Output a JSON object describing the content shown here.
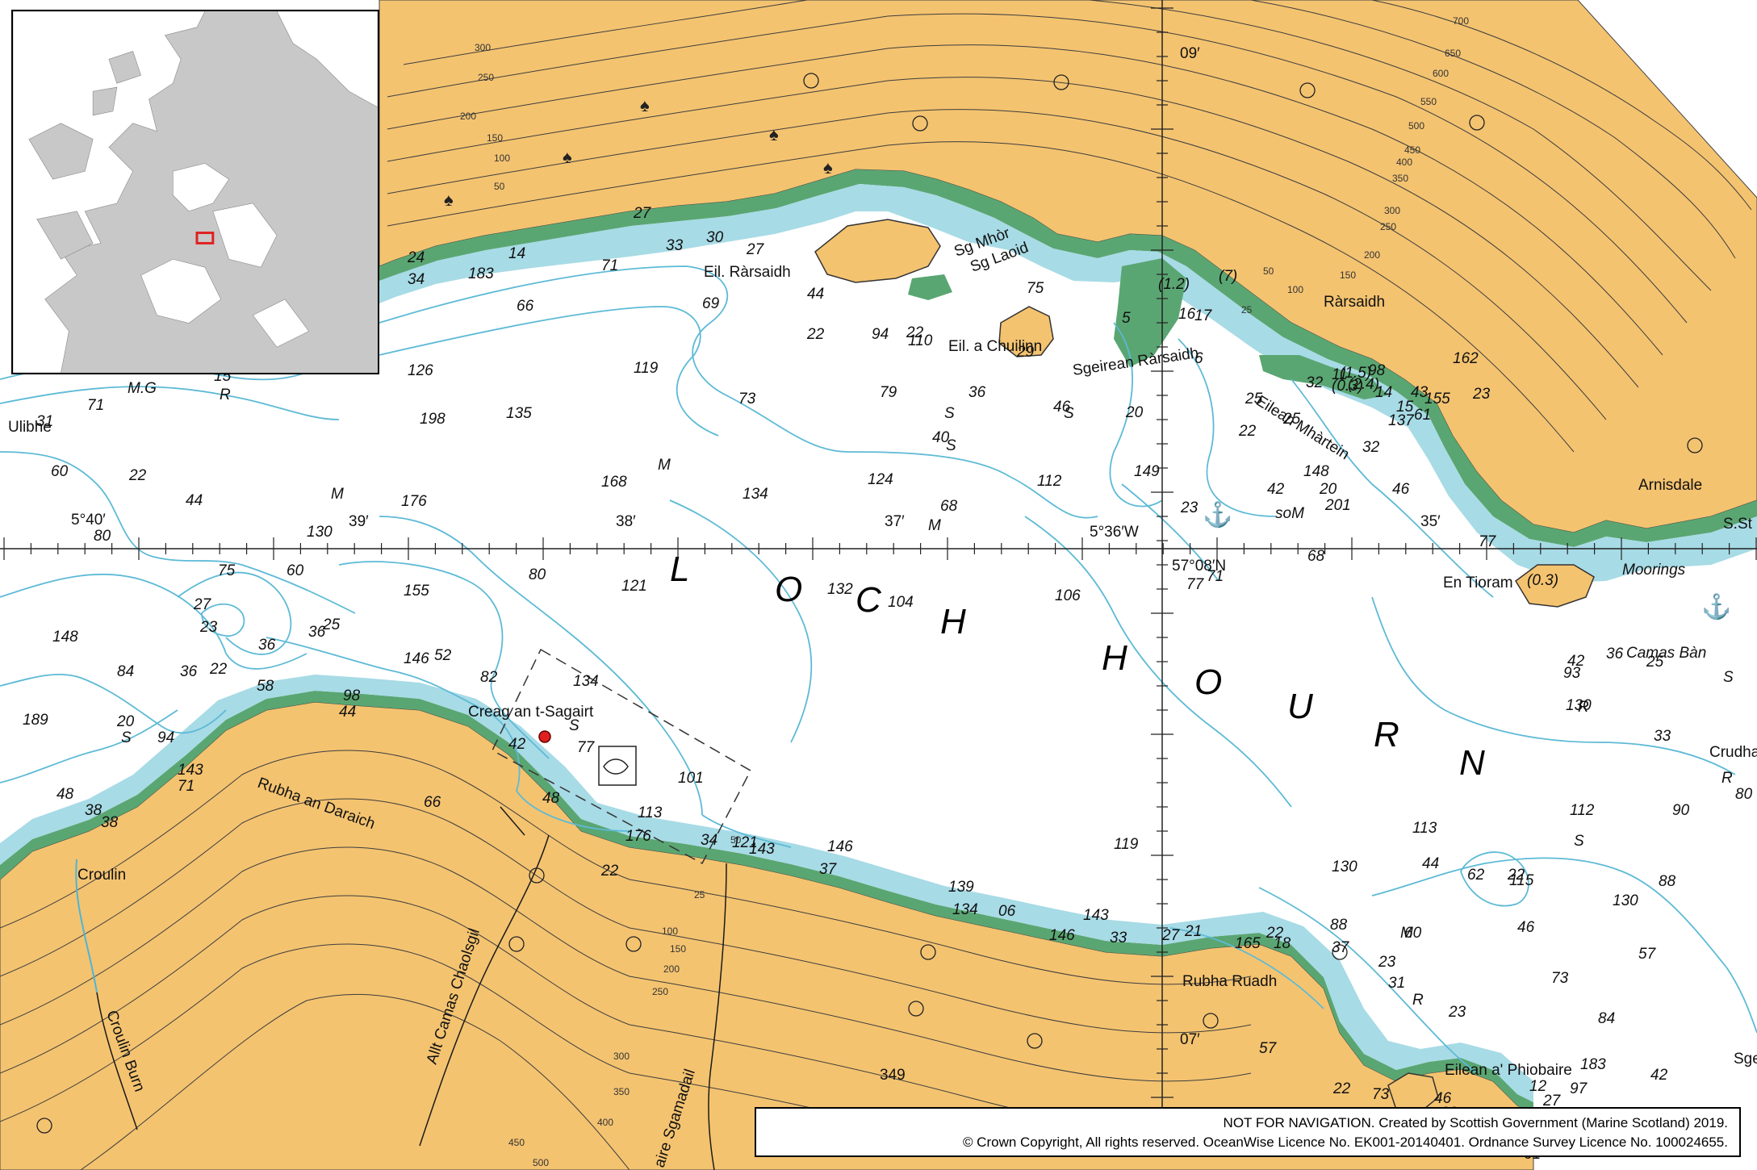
{
  "map": {
    "loch_name": "L O C H   H O U R N",
    "loch_letters": [
      "L",
      "O",
      "C",
      "H",
      "H",
      "O",
      "U",
      "R",
      "N"
    ],
    "places": [
      {
        "id": "eil-rarsaidh",
        "label": "Eil. Ràrsaidh"
      },
      {
        "id": "eil-a-chuilinn",
        "label": "Eil. a Chuilinn"
      },
      {
        "id": "sgeirean-rarsaidh",
        "label": "Sgeirean Ràrsaidh"
      },
      {
        "id": "eilean-mhairtein",
        "label": "Eilean Mhàrtein"
      },
      {
        "id": "rarsaidh",
        "label": "Ràrsaidh"
      },
      {
        "id": "arnisdale",
        "label": "Arnisdale"
      },
      {
        "id": "en-tioram",
        "label": "En Tioram"
      },
      {
        "id": "camas-ban",
        "label": "Camas Bàn"
      },
      {
        "id": "moorings",
        "label": "Moorings"
      },
      {
        "id": "creag-an-t-sagairt",
        "label": "Creag an t-Sagairt"
      },
      {
        "id": "rubha-an-daraich",
        "label": "Rubha an Daraich"
      },
      {
        "id": "croulin",
        "label": "Croulin"
      },
      {
        "id": "croulin-burn",
        "label": "Croulin Burn"
      },
      {
        "id": "allt-camas-chaolsgil",
        "label": "Allt Camas Chaolsgil"
      },
      {
        "id": "rubha-ruadh",
        "label": "Rubha Ruadh"
      },
      {
        "id": "eilean-a-phiobaire",
        "label": "Eilean a' Phiobaire"
      },
      {
        "id": "crudha",
        "label": "Crudha"
      },
      {
        "id": "ulibhe",
        "label": "Ulibhe"
      },
      {
        "id": "sgeir-mhor",
        "label": "Sg Mhòr"
      },
      {
        "id": "sgeir-laoid",
        "label": "Sg Laoid"
      },
      {
        "id": "allt-sgamadail",
        "label": "aire Sgamadail"
      },
      {
        "id": "sgeir-right",
        "label": "Sge"
      },
      {
        "id": "sst",
        "label": "S.St"
      }
    ],
    "coordinates": {
      "lon_40": "5°40′",
      "lon_39": "39′",
      "lon_38": "38′",
      "lon_37": "37′",
      "lon_36": "5°36′W",
      "lon_35": "35′",
      "lat_09": "09′",
      "lat_08": "57°08′N",
      "lat_07": "07′"
    },
    "soundings": [
      "24",
      "27",
      "33",
      "30",
      "27",
      "14",
      "71",
      "34",
      "183",
      "66",
      "69",
      "44",
      "22",
      "94",
      "22",
      "126",
      "119",
      "73",
      "79",
      "36",
      "29",
      "198",
      "135",
      "168",
      "134",
      "124",
      "112",
      "68",
      "46",
      "40",
      "20",
      "149",
      "23",
      "42",
      "201",
      "46",
      "44",
      "176",
      "130",
      "75",
      "60",
      "80",
      "121",
      "132",
      "104",
      "106",
      "77",
      "71",
      "68",
      "148",
      "84",
      "36",
      "20",
      "94",
      "143",
      "38",
      "71",
      "48",
      "189",
      "27",
      "23",
      "36",
      "22",
      "36",
      "25",
      "155",
      "146",
      "52",
      "82",
      "58",
      "98",
      "44",
      "66",
      "134",
      "42",
      "77",
      "101",
      "48",
      "113",
      "34",
      "22",
      "121",
      "146",
      "139",
      "119",
      "130",
      "113",
      "115",
      "130",
      "112",
      "90",
      "80",
      "93",
      "42",
      "36",
      "25",
      "33",
      "44",
      "62",
      "22",
      "46",
      "57",
      "88",
      "130",
      "84",
      "73",
      "31",
      "23",
      "183",
      "57",
      "22",
      "73",
      "46",
      "27",
      "42",
      "97",
      "23",
      "38",
      "12",
      "61",
      "15",
      "71",
      "60",
      "31",
      "22",
      "80",
      "38",
      "176",
      "143",
      "37",
      "134",
      "06",
      "146",
      "143",
      "33",
      "27",
      "21",
      "165",
      "22",
      "18",
      "37",
      "88",
      "60",
      "77",
      "110",
      "75",
      "5",
      "16",
      "17",
      "32",
      "(0.3)",
      "(1.2)",
      "(7)",
      "(1.5)",
      "(2.4)",
      "(0.3)",
      "6",
      "25",
      "11",
      "14",
      "15",
      "43",
      "61",
      "155",
      "137",
      "23",
      "162",
      "98",
      "25",
      "20",
      "22",
      "148",
      "32"
    ],
    "seabed": [
      "M.G",
      "R",
      "M",
      "M",
      "M",
      "S",
      "S",
      "soM",
      "S",
      "S",
      "S",
      "R",
      "R",
      "M",
      "S",
      "R",
      "R",
      "S"
    ],
    "contour_labels": [
      "700",
      "650",
      "600",
      "550",
      "500",
      "450",
      "400",
      "350",
      "300",
      "250",
      "200",
      "150",
      "100",
      "50",
      "25",
      "300",
      "250",
      "200",
      "150",
      "100",
      "50",
      "100",
      "150",
      "200",
      "250",
      "300",
      "350",
      "400",
      "450",
      "500",
      "25",
      "50"
    ],
    "spot_height": "349",
    "inset_title": ""
  },
  "notice": {
    "line1": "NOT FOR NAVIGATION. Created by Scottish Government (Marine Scotland) 2019.",
    "line2": "©  Crown Copyright, All rights reserved. OceanWise Licence No. EK001-20140401.  Ordnance Survey Licence No. 100024655."
  },
  "colors": {
    "land": "#f4c370",
    "shallow": "#a7dbe6",
    "deep": "#ffffff",
    "drying": "#5aa672",
    "contour": "#5dbad6",
    "inset_land": "#c8c8c8",
    "inset_sea": "#ffffff",
    "marker": "#e02020"
  }
}
